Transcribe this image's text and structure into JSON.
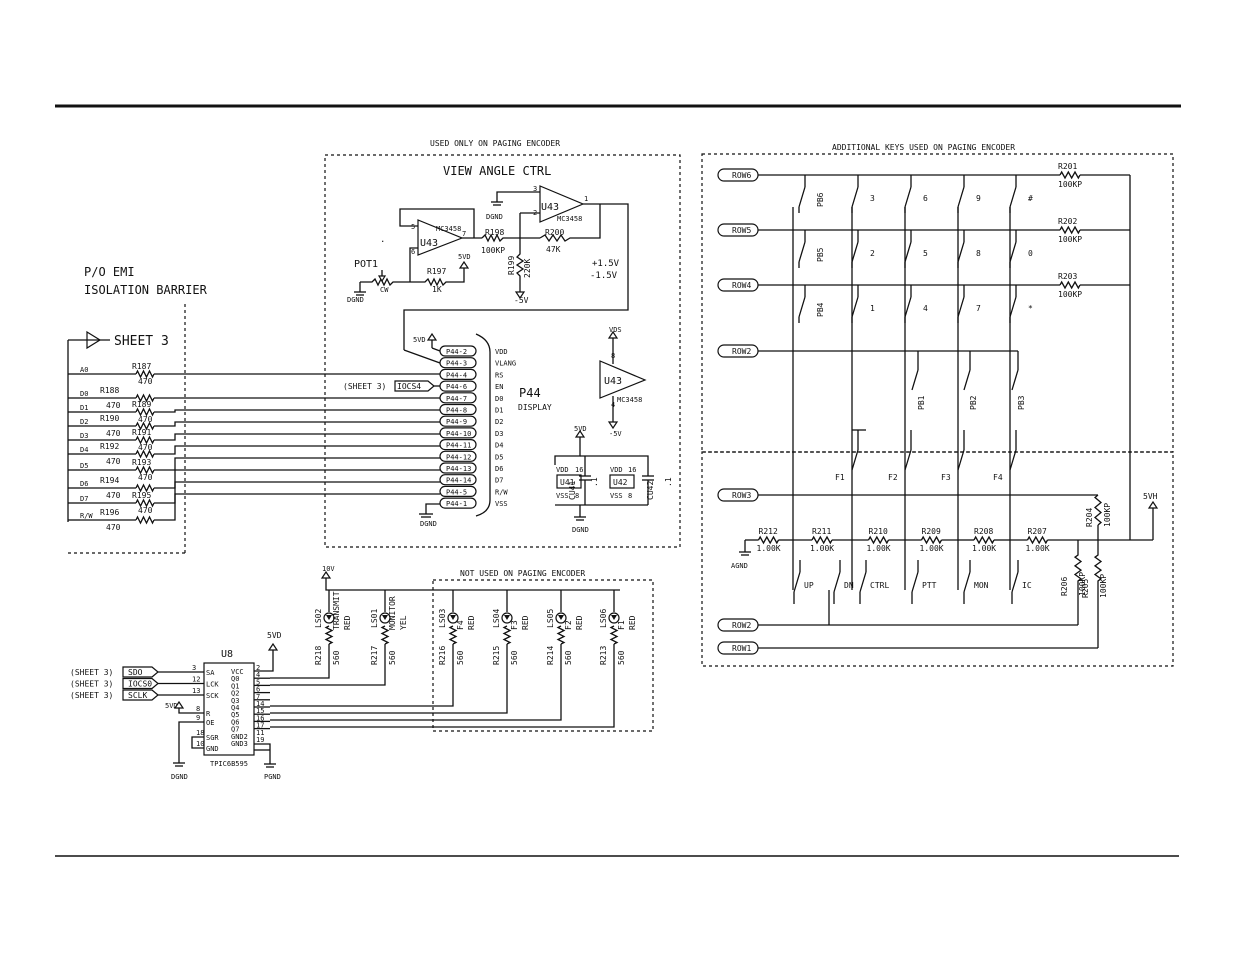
{
  "notes": {
    "paging_only": "USED ONLY ON PAGING ENCODER",
    "additional_keys": "ADDITIONAL KEYS USED ON PAGING ENCODER",
    "not_used": "NOT USED ON PAGING ENCODER"
  },
  "view_angle": {
    "title": "VIEW ANGLE CTRL",
    "u43_a": "U43",
    "u43_b": "U43",
    "mc_a": "MC3458",
    "mc_b": "MC3458",
    "r198": "R198",
    "r198_v": "100KP",
    "r200": "R200",
    "r200_v": "47K",
    "r197": "R197",
    "r197_v": "1K",
    "r199": "R199",
    "r199_v": "220K",
    "pot": "POT1",
    "cw": "CW",
    "plus15": "+1.5V",
    "minus15": "-1.5V",
    "dgnd": "DGND",
    "m5v": "-5V",
    "pin3": "3",
    "pin2": "2",
    "pin1": "1",
    "pin5": "5",
    "pin6": "6",
    "pin7": "7",
    "dot": "."
  },
  "barrier": {
    "line1": "P/O EMI",
    "line2": "ISOLATION BARRIER",
    "sheet3": "SHEET 3"
  },
  "resistors_left": [
    {
      "ref": "R187",
      "val": "470",
      "sig": "A0"
    },
    {
      "ref": "R188",
      "val": "470",
      "sig": "D0"
    },
    {
      "ref": "R189",
      "val": "470",
      "sig": "D1"
    },
    {
      "ref": "R190",
      "val": "470",
      "sig": "D2"
    },
    {
      "ref": "R191",
      "val": "470",
      "sig": "D3"
    },
    {
      "ref": "R192",
      "val": "470",
      "sig": "D4"
    },
    {
      "ref": "R193",
      "val": "470",
      "sig": "D5"
    },
    {
      "ref": "R194",
      "val": "470",
      "sig": "D6"
    },
    {
      "ref": "R195",
      "val": "470",
      "sig": "D7"
    },
    {
      "ref": "R196",
      "val": "470",
      "sig": "R/W"
    }
  ],
  "p44": {
    "name": "P44",
    "desc": "DISPLAY",
    "svd": "5VD",
    "dgnd": "DGND",
    "pins": [
      "P44-2",
      "P44-3",
      "P44-4",
      "P44-6",
      "P44-7",
      "P44-8",
      "P44-9",
      "P44-10",
      "P44-11",
      "P44-12",
      "P44-13",
      "P44-14",
      "P44-5",
      "P44-1"
    ],
    "labels": [
      "VDD",
      "VLANG",
      "RS",
      "EN",
      "D0",
      "D1",
      "D2",
      "D3",
      "D4",
      "D5",
      "D6",
      "D7",
      "R/W",
      "VSS"
    ],
    "sheet3": "(SHEET 3)",
    "iocs4": "IOCS4"
  },
  "u43c": {
    "name": "U43",
    "mc": "MC3458",
    "vds": "VDS",
    "m5v": "-5V",
    "p8": "8",
    "p4": "4"
  },
  "caps": {
    "svd": "5VD",
    "dgnd": "DGND",
    "u41": "U41",
    "u42": "U42",
    "vdd": "VDD",
    "vss": "VSS",
    "p16": "16",
    "p8": "8",
    "cu41": "CU41",
    "cu42": "CU42",
    "v1": ".1",
    "v2": ".1"
  },
  "u8": {
    "name": "U8",
    "part": "TPIC6B595",
    "svd": "5VD",
    "dgnd": "DGND",
    "pgnd": "PGND",
    "v10": "10V",
    "inputs": [
      {
        "sheet": "(SHEET 3)",
        "net": "SDO",
        "pin": "3",
        "fn": "SA"
      },
      {
        "sheet": "(SHEET 3)",
        "net": "IOCS0",
        "pin": "12",
        "fn": "LCK"
      },
      {
        "sheet": "(SHEET 3)",
        "net": "SCLK",
        "pin": "13",
        "fn": "SCK"
      }
    ],
    "left_pins": [
      {
        "pin": "8",
        "fn": "R"
      },
      {
        "pin": "9",
        "fn": "OE"
      },
      {
        "pin": "18",
        "fn": "SGR"
      },
      {
        "pin": "10",
        "fn": "GND"
      }
    ],
    "right_pins": [
      {
        "pin": "2",
        "fn": "VCC"
      },
      {
        "pin": "4",
        "fn": "Q0"
      },
      {
        "pin": "5",
        "fn": "Q1"
      },
      {
        "pin": "6",
        "fn": "Q2"
      },
      {
        "pin": "7",
        "fn": "Q3"
      },
      {
        "pin": "14",
        "fn": "Q4"
      },
      {
        "pin": "15",
        "fn": "Q5"
      },
      {
        "pin": "16",
        "fn": "Q6"
      },
      {
        "pin": "17",
        "fn": "Q7"
      },
      {
        "pin": "11",
        "fn": "GND2"
      },
      {
        "pin": "19",
        "fn": "GND3"
      }
    ]
  },
  "leds": [
    {
      "ref": "LS02",
      "name": "TRANSMIT",
      "color": "RED",
      "r": "R218",
      "rv": "560"
    },
    {
      "ref": "LS01",
      "name": "MONITOR",
      "color": "YEL",
      "r": "R217",
      "rv": "560"
    },
    {
      "ref": "LS03",
      "name": "F4",
      "color": "RED",
      "r": "R216",
      "rv": "560"
    },
    {
      "ref": "LS04",
      "name": "F3",
      "color": "RED",
      "r": "R215",
      "rv": "560"
    },
    {
      "ref": "LS05",
      "name": "F2",
      "color": "RED",
      "r": "R214",
      "rv": "560"
    },
    {
      "ref": "LS06",
      "name": "F1",
      "color": "RED",
      "r": "R213",
      "rv": "560"
    }
  ],
  "keypad": {
    "rows": [
      {
        "name": "ROW6",
        "r": "R201",
        "rv": "100KP"
      },
      {
        "name": "ROW5",
        "r": "R202",
        "rv": "100KP"
      },
      {
        "name": "ROW4",
        "r": "R203",
        "rv": "100KP"
      }
    ],
    "row2": "ROW2",
    "row3": "ROW3",
    "row2b": "ROW2",
    "row1": "ROW1",
    "keys_r6": [
      "PB6",
      "3",
      "6",
      "9",
      "#"
    ],
    "keys_r5": [
      "PB5",
      "2",
      "5",
      "8",
      "0"
    ],
    "keys_r4": [
      "PB4",
      "1",
      "4",
      "7",
      "*"
    ],
    "pb": [
      "PB1",
      "PB2",
      "PB3"
    ],
    "f": [
      "F1",
      "F2",
      "F3",
      "F4"
    ],
    "bottom_keys": [
      "UP",
      "DN",
      "CTRL",
      "PTT",
      "MON",
      "IC"
    ],
    "r204": "R204",
    "r204v": "100KP",
    "svh": "5VH",
    "agnd": "AGND",
    "r205": "R205",
    "r205v": "100KP",
    "r206": "R206",
    "r206v": "100KP",
    "chain": [
      {
        "r": "R212",
        "v": "1.00K"
      },
      {
        "r": "R211",
        "v": "1.00K"
      },
      {
        "r": "R210",
        "v": "1.00K"
      },
      {
        "r": "R209",
        "v": "1.00K"
      },
      {
        "r": "R208",
        "v": "1.00K"
      },
      {
        "r": "R207",
        "v": "1.00K"
      }
    ]
  }
}
